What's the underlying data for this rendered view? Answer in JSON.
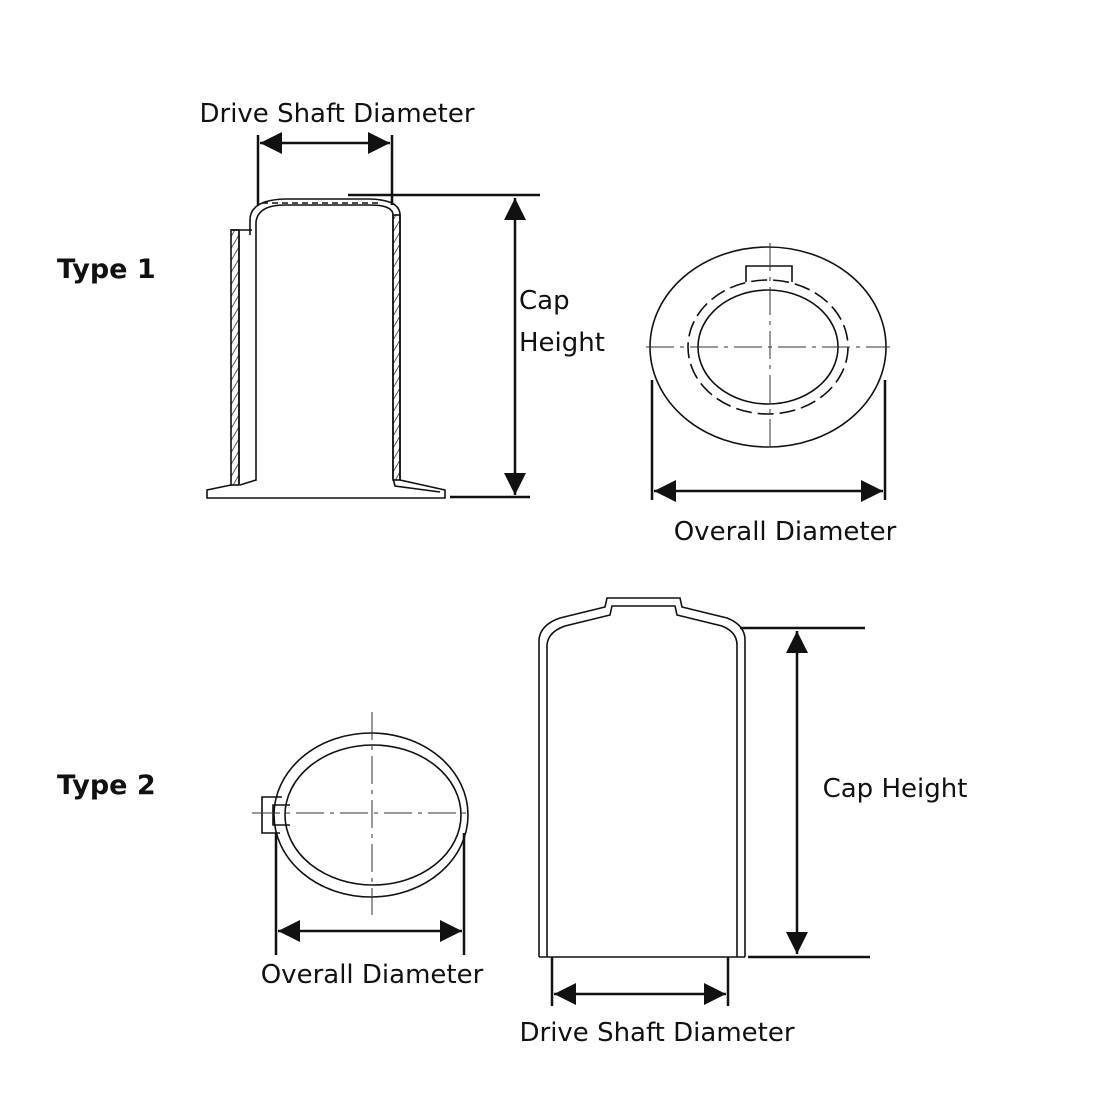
{
  "type1": {
    "title": "Type 1",
    "side_view": {
      "width_label": "Drive Shaft Diameter",
      "height_label_line1": "Cap",
      "height_label_line2": "Height"
    },
    "top_view": {
      "diameter_label": "Overall Diameter"
    }
  },
  "type2": {
    "title": "Type 2",
    "top_view": {
      "diameter_label": "Overall Diameter"
    },
    "side_view": {
      "height_label": "Cap Height",
      "width_label": "Drive Shaft Diameter"
    }
  },
  "colors": {
    "line": "#111111",
    "thin": "#333333"
  }
}
